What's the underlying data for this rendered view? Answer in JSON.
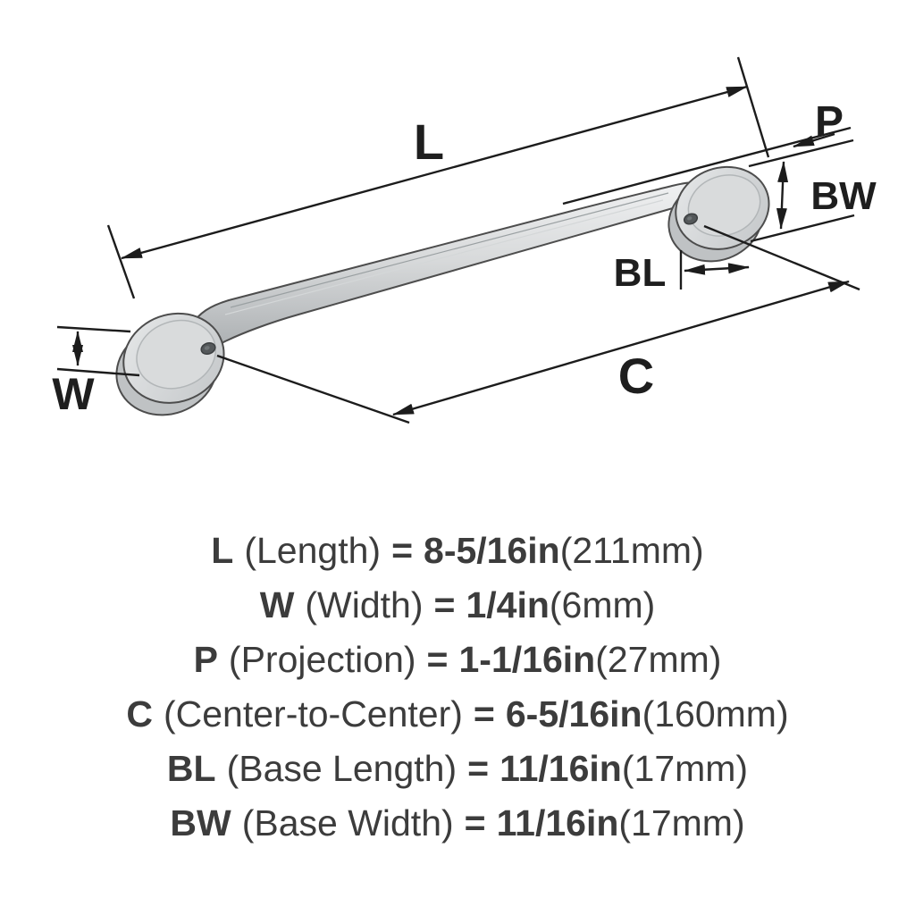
{
  "diagram": {
    "labels": {
      "L": "L",
      "P": "P",
      "BW": "BW",
      "BL": "BL",
      "C": "C",
      "W": "W"
    },
    "colors": {
      "line": "#1c1c1c",
      "metal_light": "#f0f1f2",
      "metal_mid": "#c9cccd",
      "metal_dark": "#a9adaf",
      "text": "#3c3c3c"
    }
  },
  "specs": [
    {
      "code": "L",
      "label": "(Length)",
      "eq": "=",
      "inch": "8-5/16in",
      "mm": "(211mm)"
    },
    {
      "code": "W",
      "label": "(Width)",
      "eq": "=",
      "inch": "1/4in",
      "mm": "(6mm)"
    },
    {
      "code": "P",
      "label": "(Projection)",
      "eq": "=",
      "inch": "1-1/16in",
      "mm": "(27mm)"
    },
    {
      "code": "C",
      "label": "(Center-to-Center)",
      "eq": "=",
      "inch": "6-5/16in",
      "mm": "(160mm)"
    },
    {
      "code": "BL",
      "label": "(Base Length)",
      "eq": "=",
      "inch": "11/16in",
      "mm": "(17mm)"
    },
    {
      "code": "BW",
      "label": "(Base Width)",
      "eq": "=",
      "inch": "11/16in",
      "mm": "(17mm)"
    }
  ]
}
